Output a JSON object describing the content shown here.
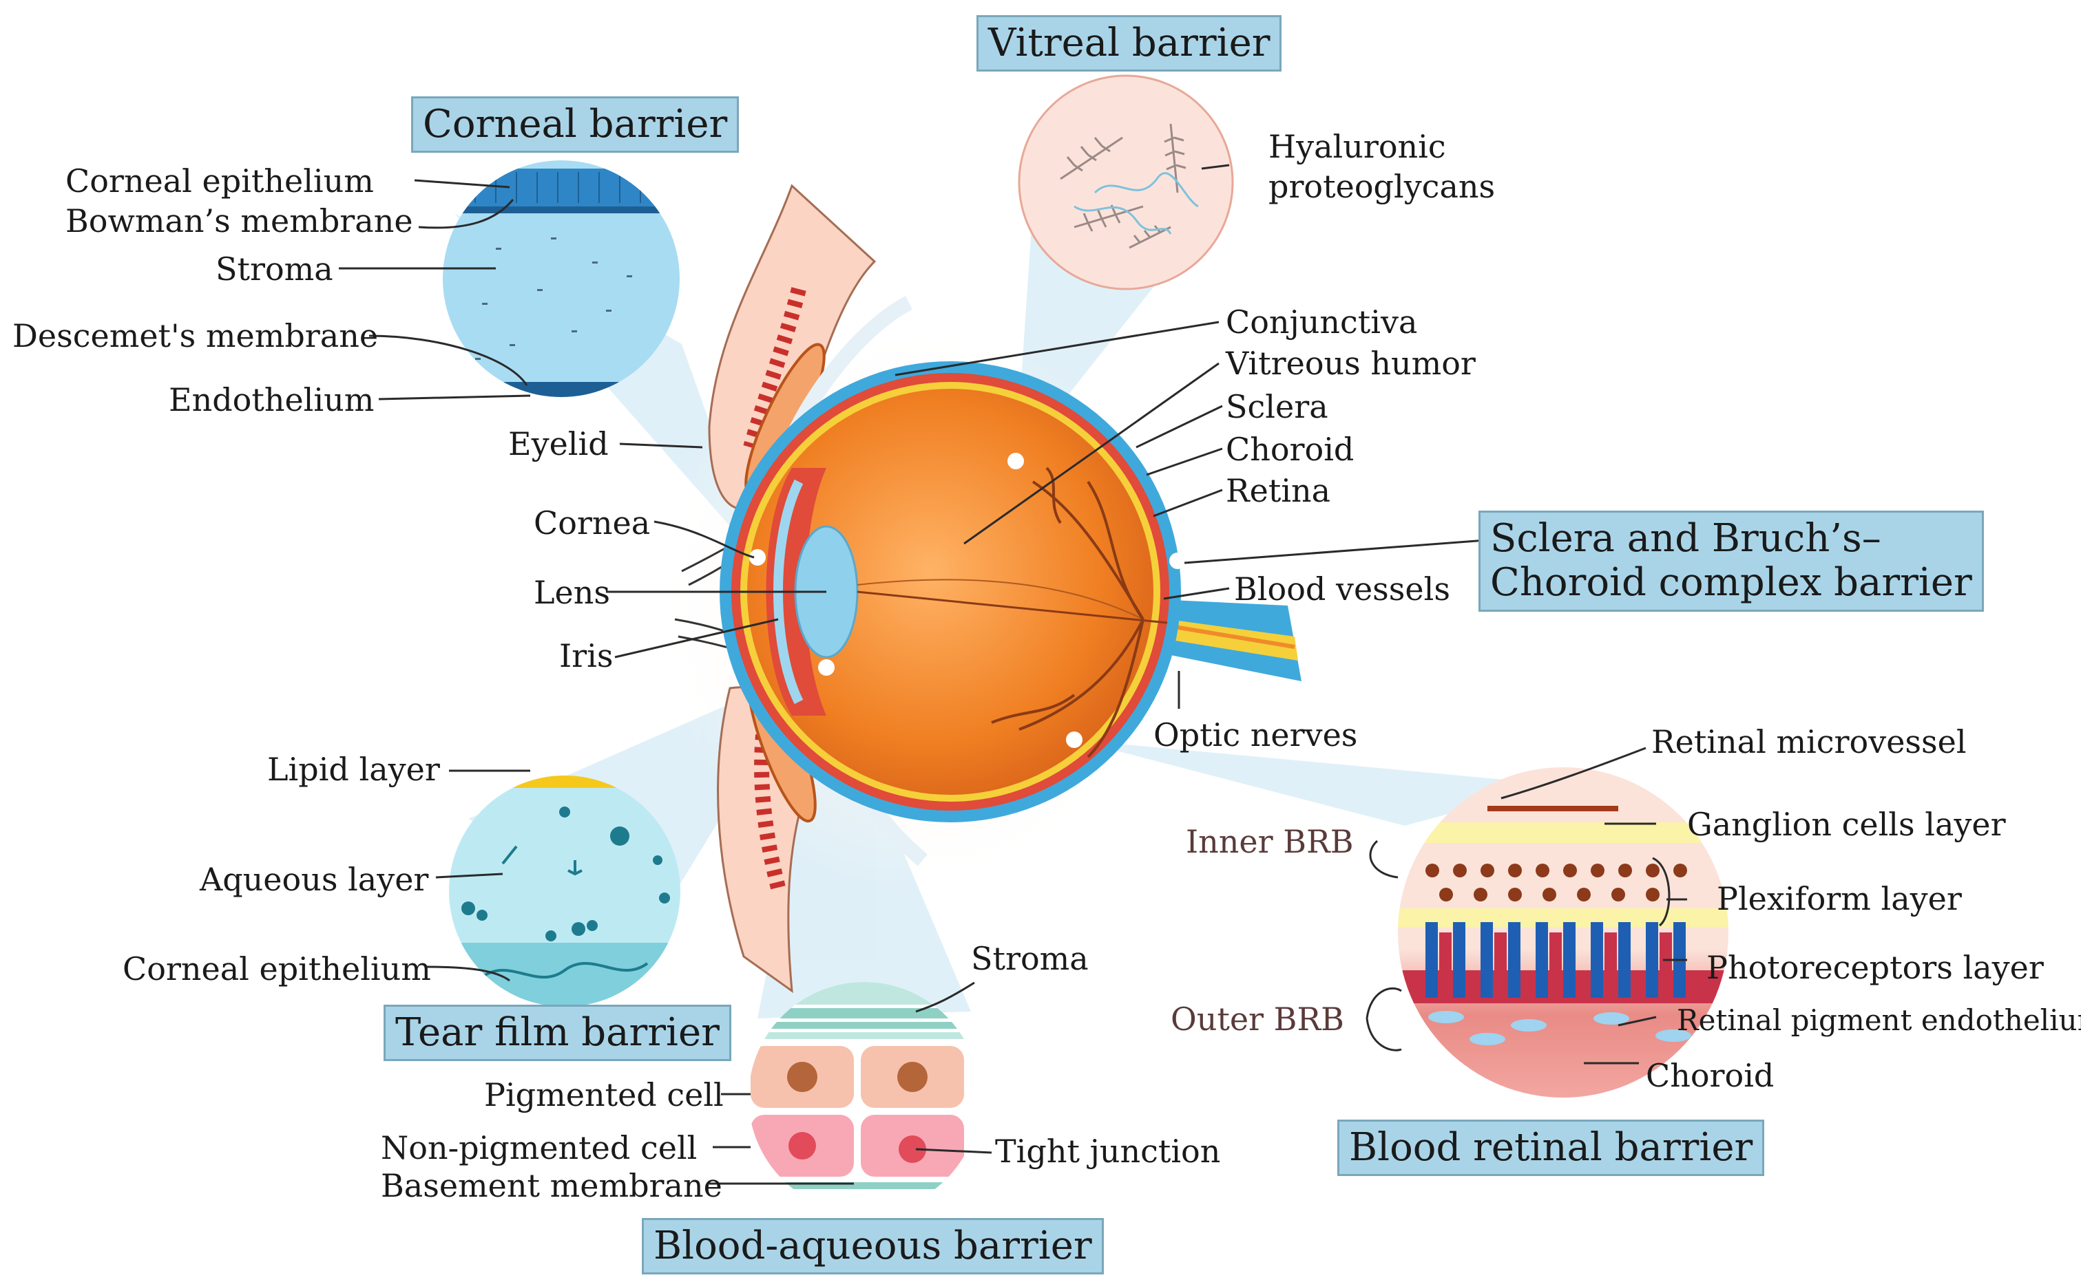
{
  "titles": {
    "vitreal": "Vitreal barrier",
    "corneal": "Corneal barrier",
    "sclera_line1": "Sclera and Bruch’s–",
    "sclera_line2": "Choroid complex barrier",
    "tear_film": "Tear film barrier",
    "blood_aqueous": "Blood-aqueous barrier",
    "blood_retinal": "Blood retinal barrier"
  },
  "corneal_labels": {
    "epithelium": "Corneal epithelium",
    "bowman": "Bowman’s membrane",
    "stroma": "Stroma",
    "descemet": "Descemet's membrane",
    "endothelium": "Endothelium"
  },
  "vitreal_labels": {
    "hyaluronic_1": "Hyaluronic",
    "hyaluronic_2": "proteoglycans"
  },
  "eye_labels": {
    "conjunctiva": "Conjunctiva",
    "vitreous": "Vitreous humor",
    "sclera": "Sclera",
    "choroid": "Choroid",
    "retina": "Retina",
    "eyelid": "Eyelid",
    "cornea": "Cornea",
    "lens": "Lens",
    "iris": "Iris",
    "blood_vessels": "Blood vessels",
    "optic_nerves": "Optic nerves"
  },
  "tear_labels": {
    "lipid": "Lipid layer",
    "aqueous": "Aqueous layer",
    "epithelium": "Corneal epithelium"
  },
  "aqueous_labels": {
    "stroma": "Stroma",
    "pigmented": "Pigmented cell",
    "non_pigmented": "Non-pigmented cell",
    "tight_junction": "Tight junction",
    "basement": "Basement membrane"
  },
  "retinal_labels": {
    "microvessel": "Retinal microvessel",
    "ganglion": "Ganglion cells layer",
    "inner_brb": "Inner BRB",
    "plexiform": "Plexiform layer",
    "photoreceptors": "Photoreceptors layer",
    "outer_brb": "Outer BRB",
    "rpe": "Retinal pigment endothelium",
    "choroid": "Choroid"
  },
  "colors": {
    "title_box": "#a9d4e8",
    "sclera": "#3fa9dc",
    "eyeball": "#f08a2a",
    "cornea_zoom": "#a8dcf2",
    "vitreal_zoom": "#fbe3dc"
  }
}
